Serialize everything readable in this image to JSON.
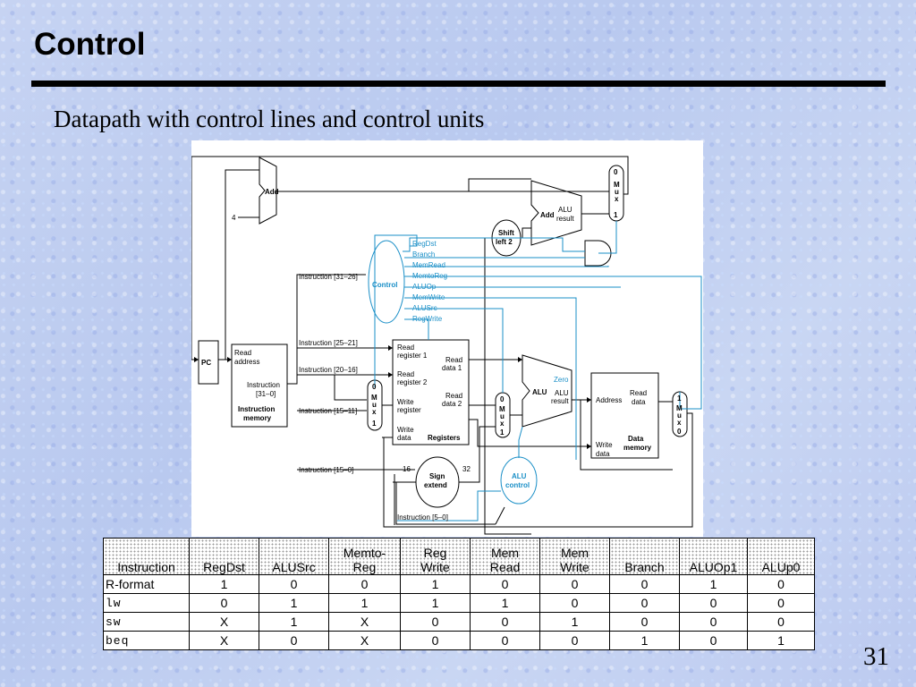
{
  "slide": {
    "title": "Control",
    "subtitle": "Datapath with control lines and control units",
    "page_number": "31"
  },
  "diagram": {
    "pc": "PC",
    "add_top": "Add",
    "four": "4",
    "add_branch": "Add",
    "alu_result_1": "ALU",
    "alu_result_2": "result",
    "shift_1": "Shift",
    "shift_2": "left 2",
    "control": "Control",
    "mux": "M\nu\nx",
    "signals": [
      "RegDst",
      "Branch",
      "MemRead",
      "MemtoReg",
      "ALUOp",
      "MemWrite",
      "ALUSrc",
      "RegWrite"
    ],
    "instr_31_26": "Instruction [31–26]",
    "instr_25_21": "Instruction [25–21]",
    "instr_20_16": "Instruction [20–16]",
    "instr_15_11": "Instruction [15–11]",
    "instr_15_0": "Instruction [15–0]",
    "instr_5_0": "Instruction [5–0]",
    "imem_read_1": "Read",
    "imem_read_2": "address",
    "imem_instr_1": "Instruction",
    "imem_instr_2": "[31–0]",
    "imem_name_1": "Instruction",
    "imem_name_2": "memory",
    "reg_read1_a": "Read",
    "reg_read1_b": "register 1",
    "reg_read2_a": "Read",
    "reg_read2_b": "register 2",
    "reg_write_a": "Write",
    "reg_write_b": "register",
    "reg_wdata_a": "Write",
    "reg_wdata_b": "data",
    "reg_rd1_a": "Read",
    "reg_rd1_b": "data 1",
    "reg_rd2_a": "Read",
    "reg_rd2_b": "data 2",
    "registers": "Registers",
    "sign_1": "Sign",
    "sign_2": "extend",
    "bits_16": "16",
    "bits_32": "32",
    "alu_control_1": "ALU",
    "alu_control_2": "control",
    "alu": "ALU",
    "zero": "Zero",
    "alu_res_a": "ALU",
    "alu_res_b": "result",
    "dmem_addr": "Address",
    "dmem_read_a": "Read",
    "dmem_read_b": "data",
    "dmem_write_a": "Write",
    "dmem_write_b": "data",
    "dmem_name_1": "Data",
    "dmem_name_2": "memory",
    "zero_label": "0",
    "one_label": "1"
  },
  "table": {
    "headers": [
      [
        "",
        "Instruction"
      ],
      [
        "",
        "RegDst"
      ],
      [
        "",
        "ALUSrc"
      ],
      [
        "Memto-",
        "Reg"
      ],
      [
        "Reg",
        "Write"
      ],
      [
        "Mem",
        "Read"
      ],
      [
        "Mem",
        "Write"
      ],
      [
        "",
        "Branch"
      ],
      [
        "",
        "ALUOp1"
      ],
      [
        "",
        "ALUp0"
      ]
    ],
    "rows": [
      {
        "name": "R-format",
        "mono": false,
        "values": [
          "1",
          "0",
          "0",
          "1",
          "0",
          "0",
          "0",
          "1",
          "0"
        ]
      },
      {
        "name": "lw",
        "mono": true,
        "values": [
          "0",
          "1",
          "1",
          "1",
          "1",
          "0",
          "0",
          "0",
          "0"
        ]
      },
      {
        "name": "sw",
        "mono": true,
        "values": [
          "X",
          "1",
          "X",
          "0",
          "0",
          "1",
          "0",
          "0",
          "0"
        ]
      },
      {
        "name": "beq",
        "mono": true,
        "values": [
          "X",
          "0",
          "X",
          "0",
          "0",
          "0",
          "1",
          "0",
          "1"
        ]
      }
    ]
  }
}
